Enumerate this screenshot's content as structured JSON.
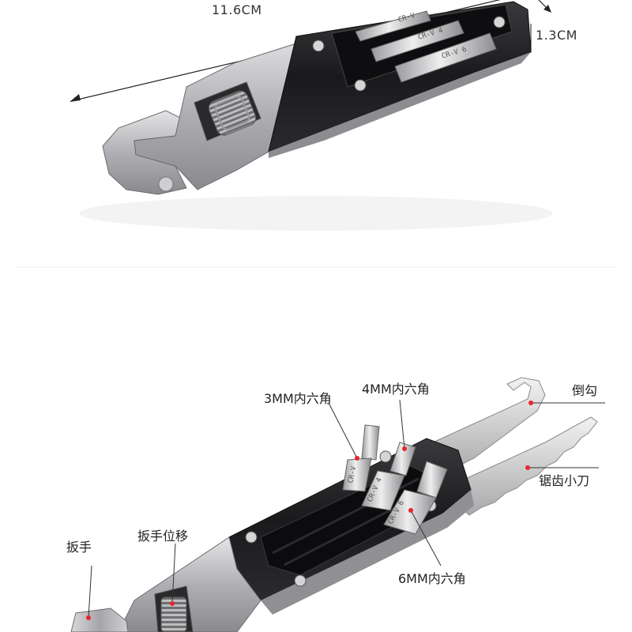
{
  "photo_top": {
    "length_label": "11.6CM",
    "thickness_label": "1.3CM",
    "bit_markings": [
      "CR-V",
      "CR-V 4",
      "CR-V 6"
    ]
  },
  "photo_bottom": {
    "callouts": {
      "hex3": "3MM内六角",
      "hex4": "4MM内六角",
      "hook": "倒勾",
      "saw_knife": "锯齿小刀",
      "wrench": "扳手",
      "wrench_adjust": "扳手位移",
      "hex6": "6MM内六角"
    },
    "bit_markings": [
      "CR-V",
      "CR-V 4",
      "CR-V 6"
    ]
  },
  "colors": {
    "callout_dot": "#e8262b",
    "body_black": "#1d1d1f",
    "metal": "#b9b9bd"
  }
}
